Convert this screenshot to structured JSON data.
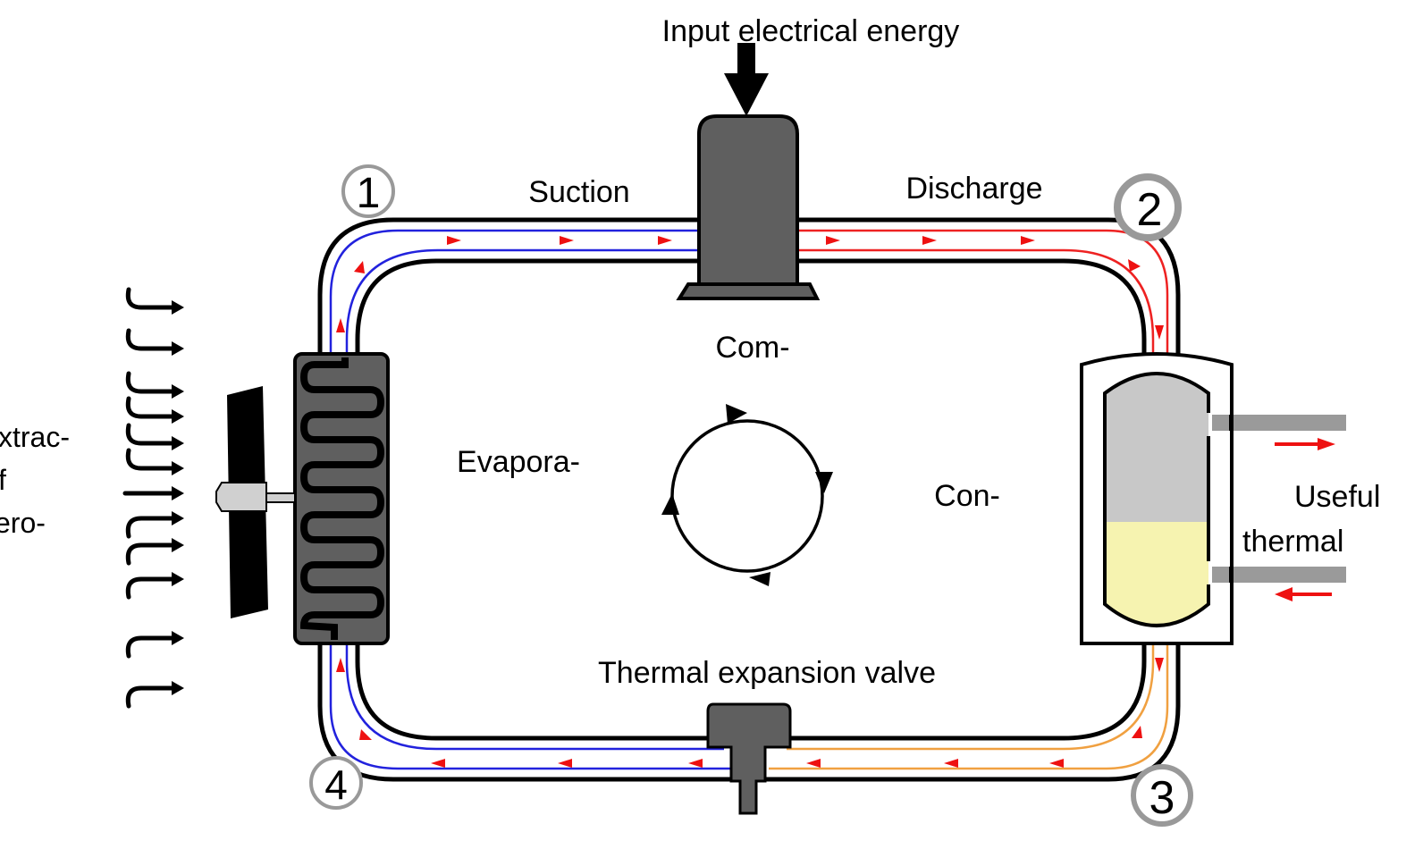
{
  "diagram": {
    "title": "Heat pump refrigeration cycle",
    "labels": {
      "input_energy": "Input electrical energy",
      "suction": "Suction",
      "discharge": "Discharge",
      "compressor": "Com-",
      "evaporator": "Evapora-",
      "condenser": "Con-",
      "expansion_valve": "Thermal expansion valve",
      "useful_line1": "Useful",
      "useful_line2": "thermal",
      "extraction_line1": "xtrac-",
      "extraction_line2": "f",
      "extraction_line3": "ero-"
    },
    "states": [
      "1",
      "2",
      "3",
      "4"
    ],
    "colors": {
      "pipe_outline": "#000000",
      "low_pressure": "#2222dd",
      "high_pressure_gas": "#ee2222",
      "high_pressure_liquid": "#f0a040",
      "flow_arrow": "#ee1111",
      "component_fill": "#5f5f5f",
      "tank_gas": "#c8c8c8",
      "tank_liquid": "#f6f3b0",
      "water_pipe": "#9a9a9a",
      "state_circle": "#999999"
    },
    "air_flow_arrows": 12
  }
}
